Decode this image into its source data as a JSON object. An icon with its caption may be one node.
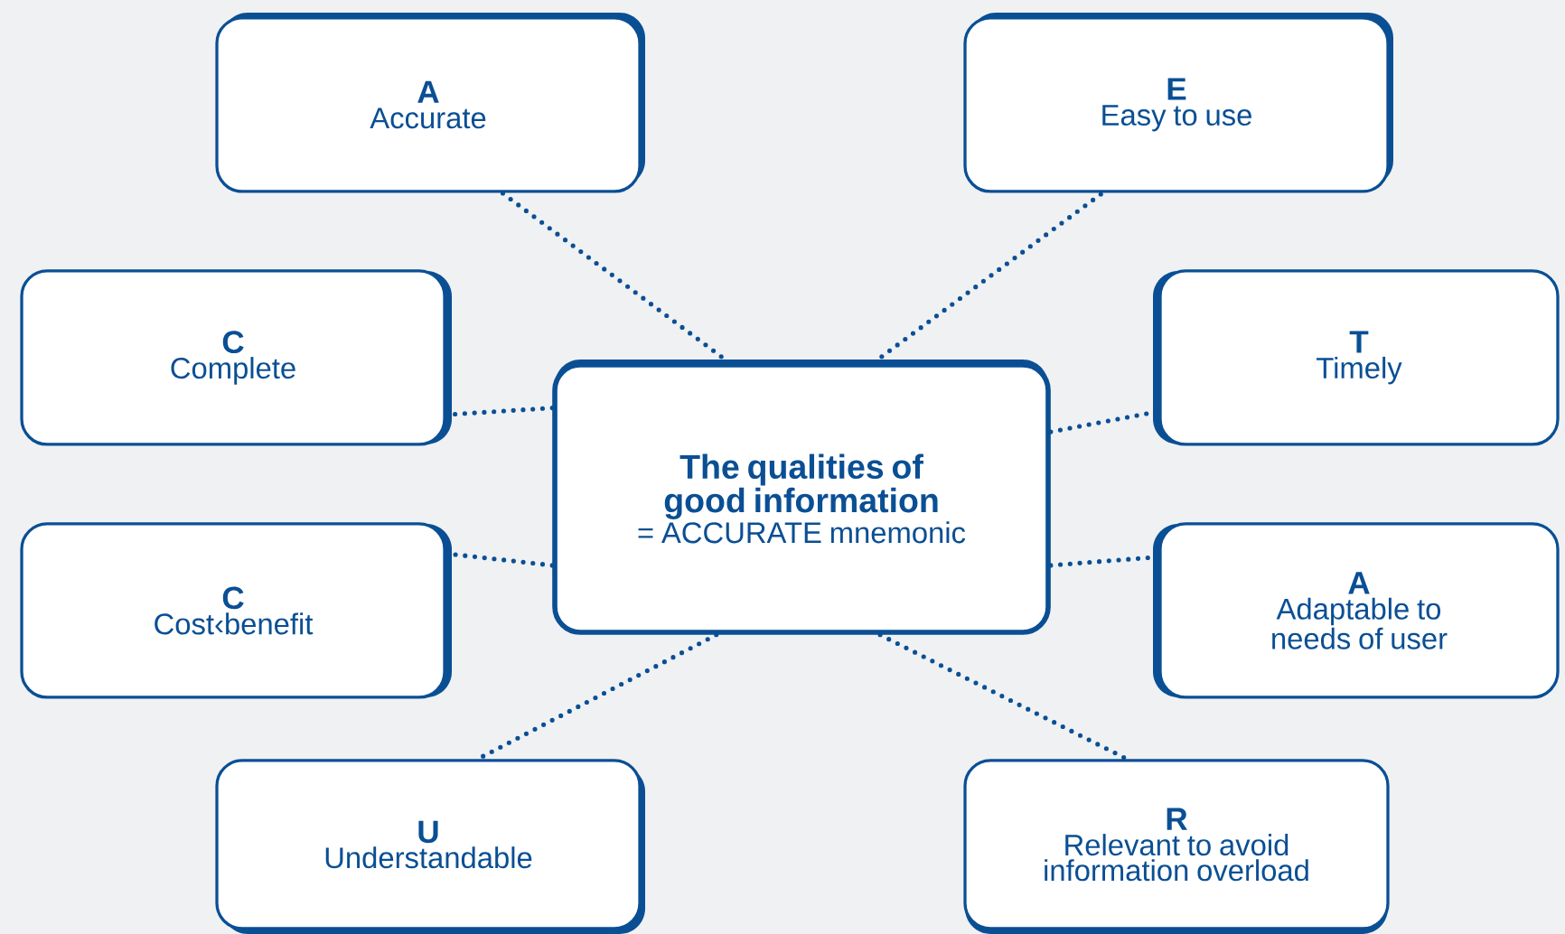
{
  "diagram": {
    "nodes": [
      {
        "text": [
          "The qualities of good information",
          "= ACCURATE mnemonic"
        ]
      },
      {
        "text": [
          "A",
          "Accurate"
        ]
      },
      {
        "text": [
          "C",
          "Complete"
        ]
      },
      {
        "text": [
          "C",
          "Cost‹benefit"
        ]
      },
      {
        "text": [
          "U",
          "Understandable"
        ]
      },
      {
        "text": [
          "E",
          "Easy to use"
        ]
      },
      {
        "text": [
          "T",
          "Timely"
        ]
      },
      {
        "text": [
          "A",
          "Adaptable to needs of user"
        ]
      },
      {
        "text": [
          "R",
          "Relevant to avoid information overload"
        ]
      }
    ],
    "edges": [
      {
        "from": 0,
        "to": 1,
        "arrow": "none"
      },
      {
        "from": 0,
        "to": 2,
        "arrow": "none"
      },
      {
        "from": 0,
        "to": 3,
        "arrow": "none"
      },
      {
        "from": 0,
        "to": 4,
        "arrow": "none"
      },
      {
        "from": 0,
        "to": 5,
        "arrow": "none"
      },
      {
        "from": 0,
        "to": 6,
        "arrow": "none"
      },
      {
        "from": 0,
        "to": 7,
        "arrow": "none"
      },
      {
        "from": 0,
        "to": 8,
        "arrow": "none"
      }
    ]
  }
}
